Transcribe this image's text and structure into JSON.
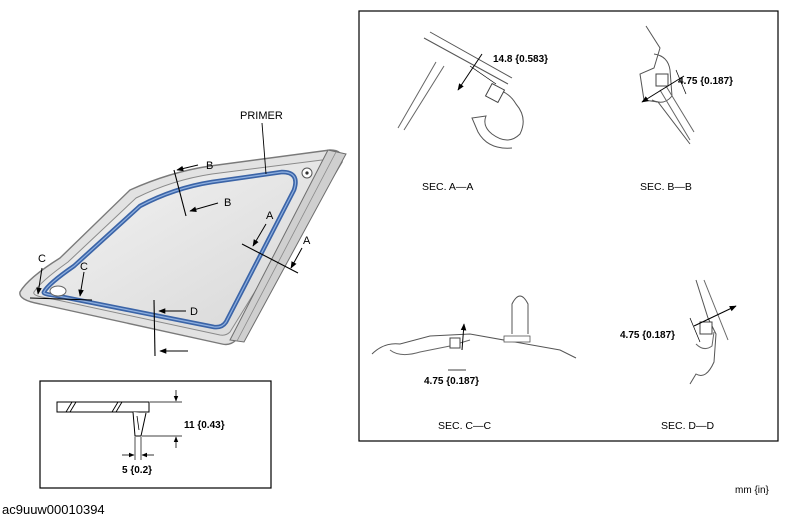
{
  "main_view": {
    "primer_label": "PRIMER",
    "cut_labels": {
      "a_upper": "A",
      "a_lower": "A",
      "b_upper": "B",
      "b_lower": "B",
      "c_upper": "C",
      "c_lower": "C",
      "d": "D"
    }
  },
  "bead_detail": {
    "height_label": "11 {0.43}",
    "width_label": "5 {0.2}"
  },
  "sections": {
    "aa": {
      "title": "SEC. A—A",
      "dimension": "14.8 {0.583}"
    },
    "bb": {
      "title": "SEC. B—B",
      "dimension": "4.75 {0.187}"
    },
    "cc": {
      "title": "SEC. C—C",
      "dimension": "4.75 {0.187}"
    },
    "dd": {
      "title": "SEC. D—D",
      "dimension": "4.75 {0.187}"
    }
  },
  "units_note": "mm {in}",
  "figure_code": "ac9uuw00010394"
}
